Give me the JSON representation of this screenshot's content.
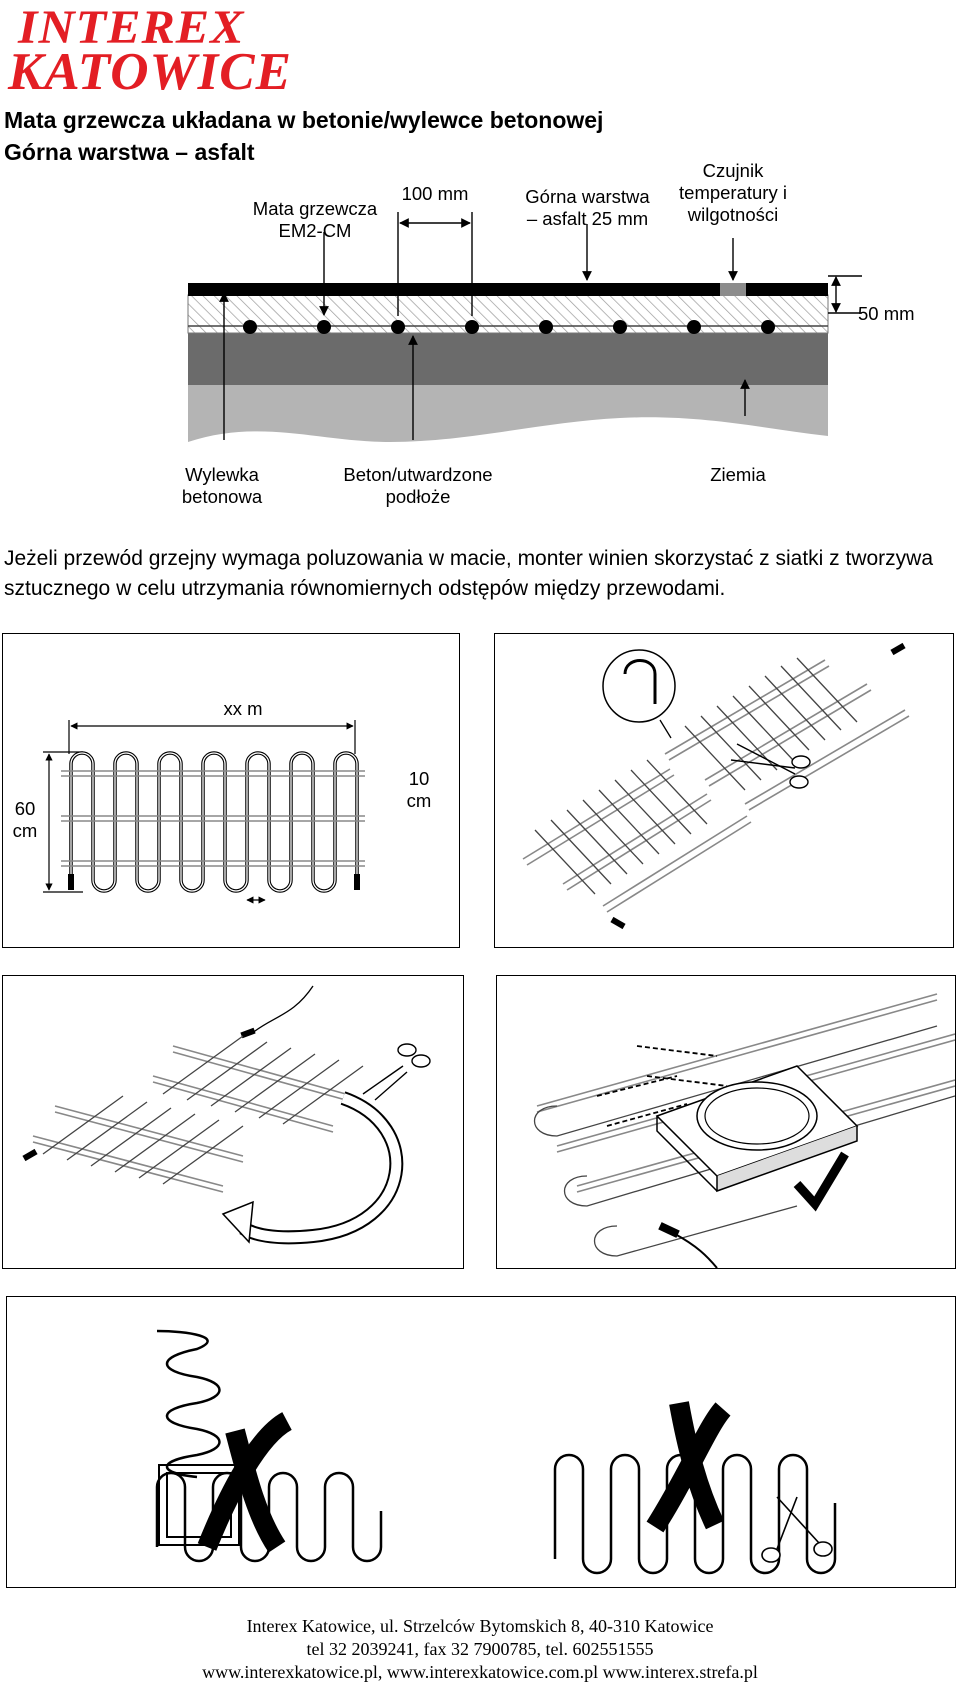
{
  "logo": {
    "line1": "INTEREX",
    "line2": "KATOWICE",
    "color": "#e31e24"
  },
  "title": {
    "line1": "Mata grzewcza układana w betonie/wylewce betonowej",
    "line2": "Górna warstwa – asfalt"
  },
  "diagram": {
    "label_mat": "Mata grzewcza\nEM2-CM",
    "label_spacing": "100 mm",
    "label_top_layer": "Górna warstwa\n– asfalt 25 mm",
    "label_sensor": "Czujnik\ntemperatury i\nwilgotności",
    "label_depth": "50 mm",
    "label_screed": "Wylewka\nbetonowa",
    "label_concrete": "Beton/utwardzone\npodłoże",
    "label_ground": "Ziemia"
  },
  "paragraph": "Jeżeli przewód grzejny wymaga poluzowania w macie, monter winien skorzystać z siatki z tworzywa sztucznego w celu utrzymania równomiernych odstępów między przewodami.",
  "panel1": {
    "width_label": "xx m",
    "height_label": "60\ncm",
    "spacing_label": "10\ncm"
  },
  "footer": {
    "line1": "Interex Katowice, ul. Strzelców Bytomskich 8, 40-310 Katowice",
    "line2": "tel 32 2039241, fax 32 7900785, tel. 602551555",
    "line3": "www.interexkatowice.pl, www.interexkatowice.com.pl www.interex.strefa.pl"
  }
}
